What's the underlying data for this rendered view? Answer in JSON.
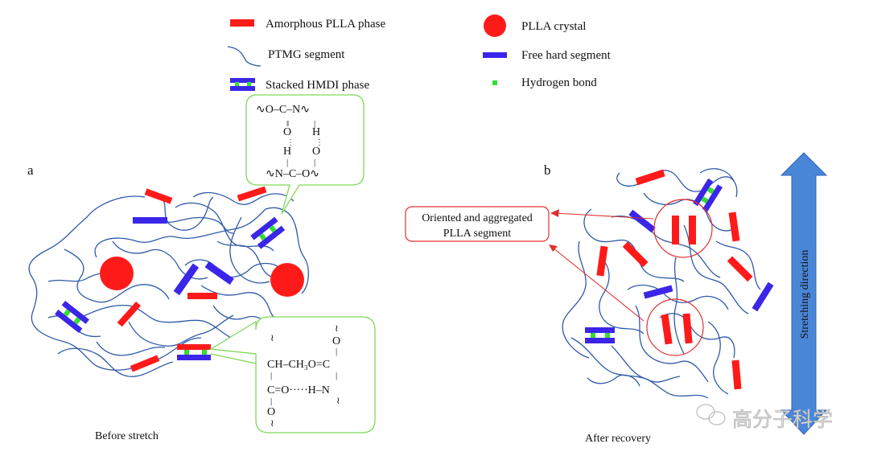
{
  "legend": {
    "items": [
      {
        "label": "Amorphous PLLA phase",
        "icon": "red-bar-icon"
      },
      {
        "label": "PTMG segment",
        "icon": "blue-curve-icon"
      },
      {
        "label": "Stacked HMDI phase",
        "icon": "stacked-bars-icon"
      },
      {
        "label": "PLLA crystal",
        "icon": "red-circle-icon"
      },
      {
        "label": "Free hard segment",
        "icon": "blue-bar-icon"
      },
      {
        "label": "Hydrogen bond",
        "icon": "green-square-icon"
      }
    ]
  },
  "panel_a": {
    "letter": "a",
    "caption": "Before stretch",
    "callout_top": {
      "row1": "∿O–C–N∿",
      "row2": "O     H",
      "row3": "H     O",
      "row4": "∿N–C–O∿"
    },
    "callout_bottom": {
      "row1": "–CH₃O=C",
      "row2": "C=O····H–N",
      "left_col": [
        "CH",
        "C",
        "O"
      ],
      "right_col": [
        "O",
        "C",
        "N"
      ]
    }
  },
  "panel_b": {
    "letter": "b",
    "caption": "After recovery",
    "annotation_line1": "Oriented and aggregated",
    "annotation_line2": "PLLA segment",
    "arrow_label": "Stretching direction"
  },
  "watermark": "高分子科学",
  "colors": {
    "amorphous_plla": "#ff1a1a",
    "hard_segment": "#3b25e8",
    "hydrogen_bond": "#33dd33",
    "chain": "#2f5aa8",
    "callout_border": "#7ed957",
    "annotation_red": "#e03030",
    "arrow_fill": "#4a86d8"
  }
}
